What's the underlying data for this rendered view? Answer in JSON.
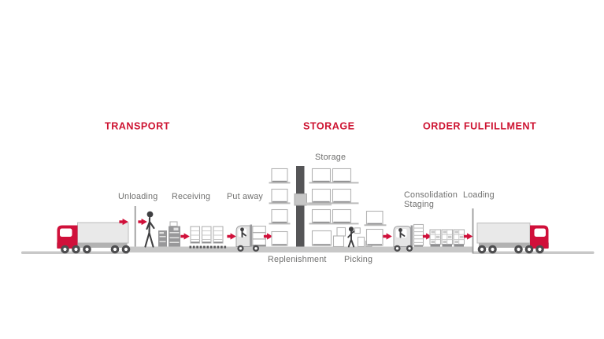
{
  "diagram": {
    "section_titles": {
      "transport": "TRANSPORT",
      "storage": "STORAGE",
      "order_fulfillment": "ORDER FULFILLMENT"
    },
    "process_labels": {
      "unloading": "Unloading",
      "receiving": "Receiving",
      "put_away": "Put away",
      "storage": "Storage",
      "replenishment": "Replenishment",
      "picking": "Picking",
      "consolidation": "Consolidation",
      "staging": "Staging",
      "loading": "Loading"
    },
    "colors": {
      "section_title_red": "#cd1331",
      "accent_red": "#d0103a",
      "label_gray": "#6f6f6e",
      "floor_gray": "#c8c8c8",
      "dark_gray": "#4d4d4f",
      "box_outline_gray": "#b3b3b3",
      "crate_gray": "#98989a",
      "crane_gray": "#555557"
    },
    "icons": [
      "inbound-truck-icon",
      "outbound-truck-icon",
      "worker-icon",
      "picker-worker-icon",
      "forklift-icon",
      "stacker-crane-icon",
      "pallet-stack-icon",
      "conveyor-icon",
      "flow-arrow-icon",
      "dock-door-icon"
    ]
  }
}
